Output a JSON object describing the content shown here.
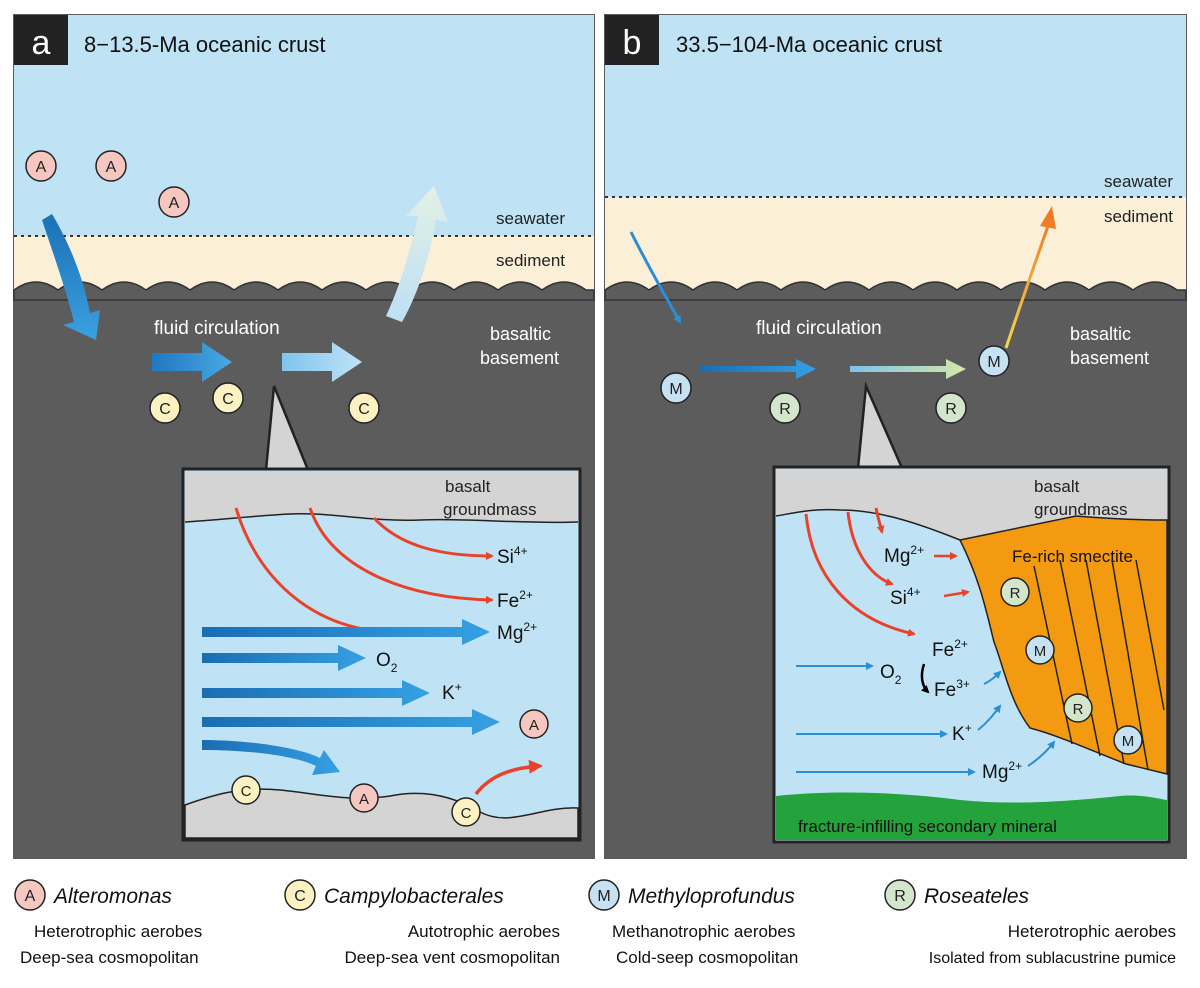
{
  "panel_a": {
    "letter": "a",
    "title": "8−13.5-Ma oceanic crust",
    "seawater": "seawater",
    "sediment": "sediment",
    "fluid": "fluid circulation",
    "basement_1": "basaltic",
    "basement_2": "basement",
    "inset": {
      "groundmass_1": "basalt",
      "groundmass_2": "groundmass",
      "si": "Si",
      "si_charge": "4+",
      "fe": "Fe",
      "fe_charge": "2+",
      "mg": "Mg",
      "mg_charge": "2+",
      "o": "O",
      "o_sub": "2",
      "k": "K",
      "k_charge": "+"
    }
  },
  "panel_b": {
    "letter": "b",
    "title": "33.5−104-Ma oceanic crust",
    "seawater": "seawater",
    "sediment": "sediment",
    "fluid": "fluid circulation",
    "basement_1": "basaltic",
    "basement_2": "basement",
    "inset": {
      "groundmass_1": "basalt",
      "groundmass_2": "groundmass",
      "smectite": "Fe-rich smectite",
      "fracture": "fracture-infilling secondary mineral",
      "mg": "Mg",
      "mg_charge": "2+",
      "si": "Si",
      "si_charge": "4+",
      "fe2": "Fe",
      "fe2_charge": "2+",
      "o": "O",
      "o_sub": "2",
      "fe3": "Fe",
      "fe3_charge": "3+",
      "k": "K",
      "k_charge": "+",
      "mg2": "Mg",
      "mg2_charge": "2+"
    }
  },
  "markers": {
    "A": "A",
    "C": "C",
    "M": "M",
    "R": "R"
  },
  "legend": [
    {
      "letter": "A",
      "name": "Alteromonas",
      "line1": "Heterotrophic aerobes",
      "line2": "Deep-sea cosmopolitan",
      "color": "#f6c6c0"
    },
    {
      "letter": "C",
      "name": "Campylobacterales",
      "line1": "Autotrophic aerobes",
      "line2": "Deep-sea vent cosmopolitan",
      "color": "#fbf1c2"
    },
    {
      "letter": "M",
      "name": "Methyloprofundus",
      "line1": "Methanotrophic aerobes",
      "line2": "Cold-seep cosmopolitan",
      "color": "#c5e1f2"
    },
    {
      "letter": "R",
      "name": "Roseateles",
      "line1": "Heterotrophic aerobes",
      "line2": "Isolated from sublacustrine pumice",
      "color": "#d3e6cc"
    }
  ],
  "colors": {
    "seawater": "#bfe3f4",
    "sediment": "#fbefd8",
    "basement": "#5c5c5d",
    "groundmass": "#d4d4d4",
    "smectite": "#f39a10",
    "fracture_mineral": "#24a33d",
    "arrow_red": "#e8432a",
    "arrow_blue": "#1f78c1"
  }
}
